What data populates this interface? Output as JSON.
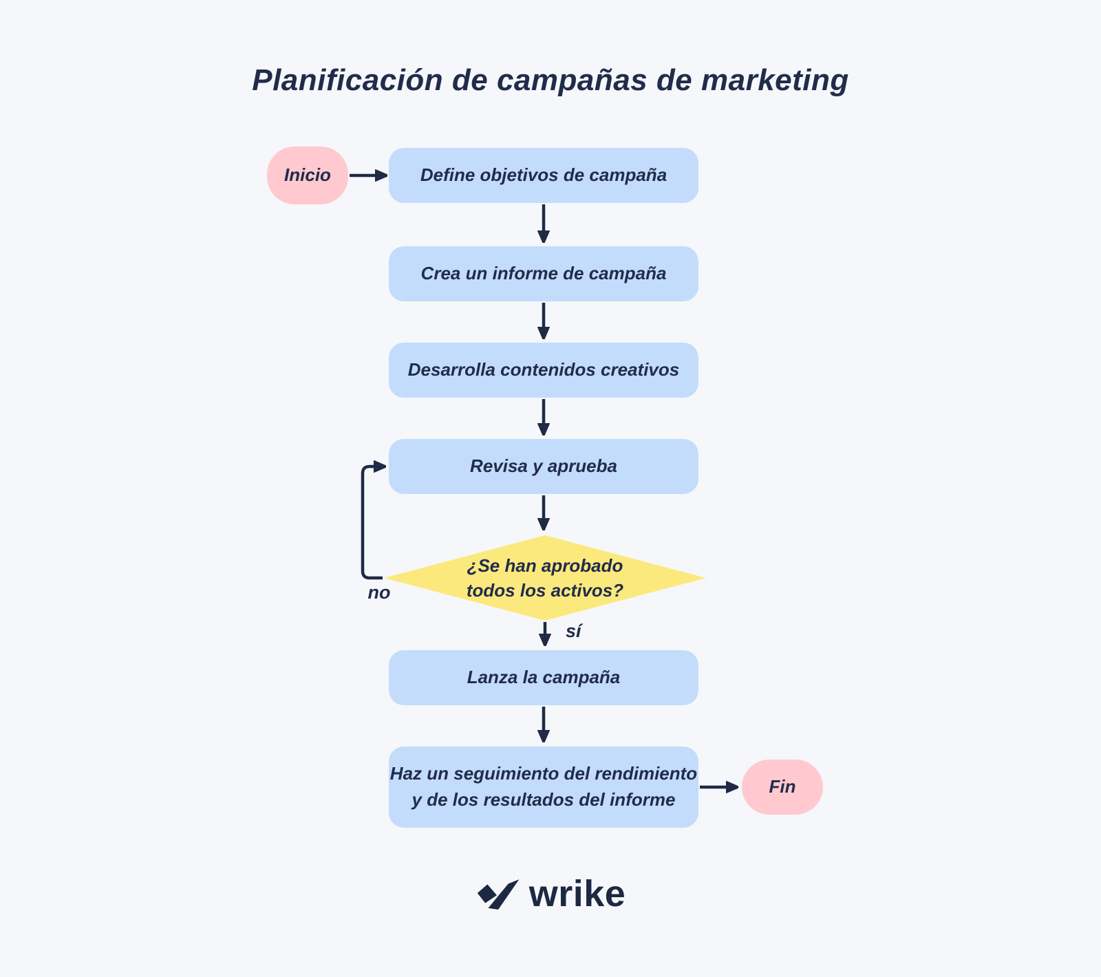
{
  "page": {
    "title": "Planificación de campañas de marketing",
    "background": "#f5f7fa"
  },
  "palette": {
    "navy_text_and_arrows": "#212c4a",
    "process_box_blue": "#c3dcfb",
    "terminal_pill_pink": "#ffc9cf",
    "decision_yellow": "#fce97e"
  },
  "flowchart": {
    "start": {
      "label": "Inicio"
    },
    "end": {
      "label": "Fin"
    },
    "steps": [
      {
        "label": "Define objetivos de campaña"
      },
      {
        "label": "Crea un informe de campaña"
      },
      {
        "label": "Desarrolla contenidos creativos"
      },
      {
        "label": "Revisa y aprueba"
      },
      {
        "label": "Lanza la campaña"
      },
      {
        "label": "Haz un seguimiento del rendimiento\ny de los resultados del informe"
      }
    ],
    "decision": {
      "label": "¿Se han aprobado\ntodos los activos?"
    },
    "edges": {
      "no_label": "no",
      "yes_label": "sí"
    }
  },
  "footer": {
    "brand": "wrike"
  }
}
